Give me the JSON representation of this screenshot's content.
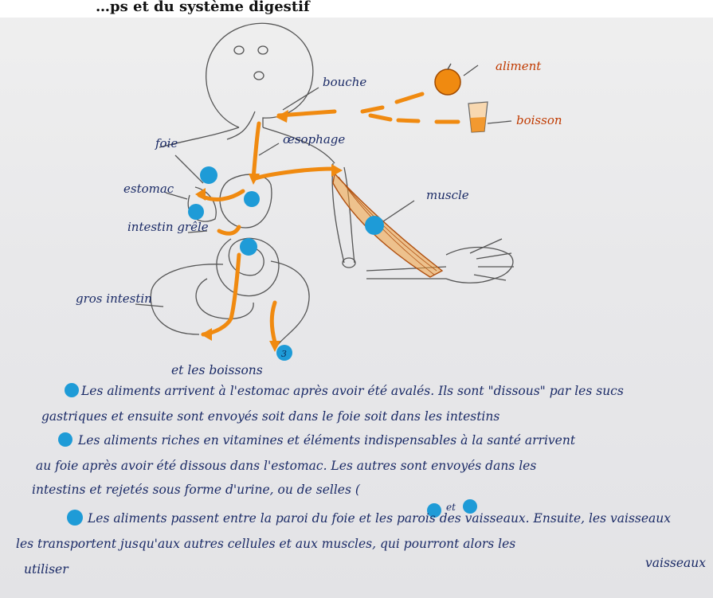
{
  "header": {
    "caption": "…ps et du système digestif"
  },
  "labels": {
    "bouche": "bouche",
    "aliment": "aliment",
    "boisson": "boisson",
    "foie": "foie",
    "oesophage": "œsophage",
    "estomac": "estomac",
    "intestin_grele": "intestin grêle",
    "muscle": "muscle",
    "gros_intestin": "gros intestin",
    "number_badge": "3"
  },
  "paragraphs": {
    "p0": "et les boissons",
    "p1a": "Les aliments arrivent à l'estomac après avoir été avalés. Ils sont \"dissous\" par les sucs",
    "p1b": "gastriques et ensuite sont envoyés soit dans le foie soit dans les intestins",
    "p2a": "Les aliments riches en vitamines et éléments indispensables à la santé arrivent",
    "p2b": "au foie après avoir été dissous dans l'estomac. Les autres sont envoyés dans les",
    "p2c": "intestins et rejetés sous forme d'urine, ou de selles (",
    "p2c_badges": "et",
    "p3a": "Les aliments passent entre la paroi du foie et les parois des vaisseaux. Ensuite, les vaisseaux",
    "p3b": "les transportent jusqu'aux autres cellules et aux muscles, qui pourront alors les",
    "p3c": "utiliser",
    "p3d": "vaisseaux"
  },
  "colors": {
    "ink": "#1a2a66",
    "pencil": "#555555",
    "orange": "#f08a10",
    "blue_marker": "#1e9bd7"
  }
}
